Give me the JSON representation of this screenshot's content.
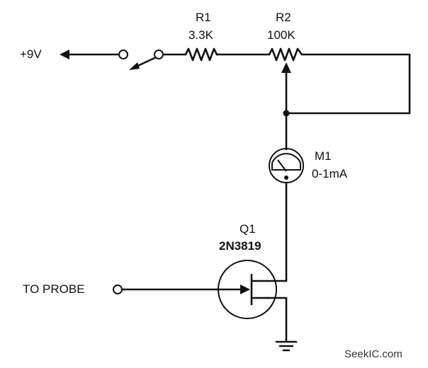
{
  "labels": {
    "supply": "+9V",
    "r1_name": "R1",
    "r1_value": "3.3K",
    "r2_name": "R2",
    "r2_value": "100K",
    "m1_name": "M1",
    "m1_value": "0-1mA",
    "q1_name": "Q1",
    "q1_part": "2N3819",
    "probe": "TO PROBE"
  },
  "watermark": "SeekIC.com"
}
